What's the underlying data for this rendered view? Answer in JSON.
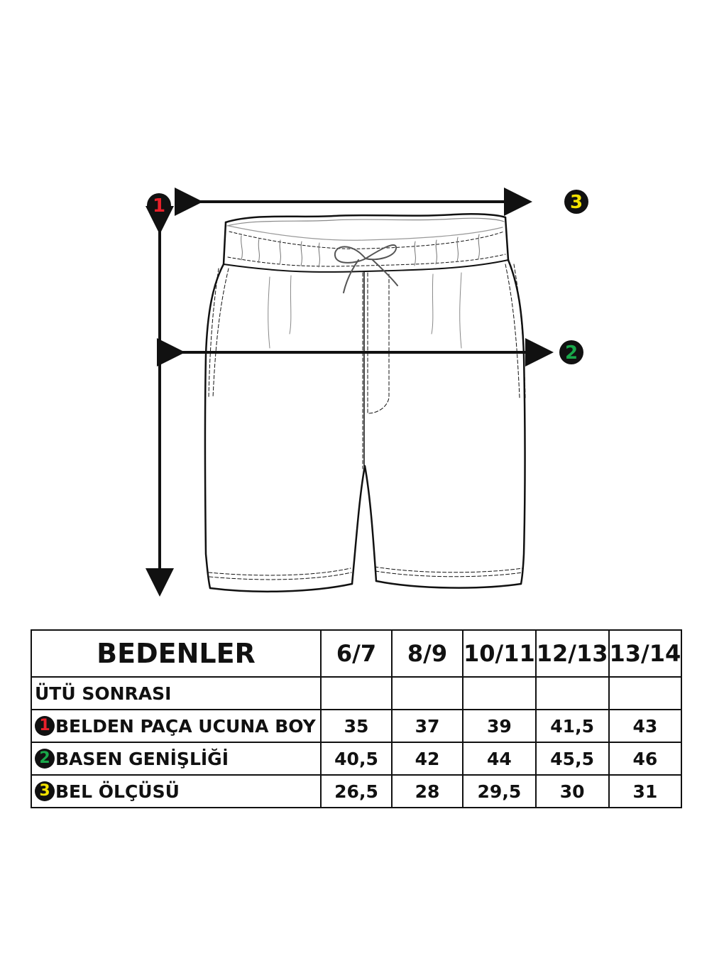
{
  "markers": {
    "length": {
      "number": "1",
      "color": "#e8202a"
    },
    "hip": {
      "number": "2",
      "color": "#19a84a"
    },
    "waist": {
      "number": "3",
      "color": "#f4e300"
    }
  },
  "table": {
    "header_label": "BEDENLER",
    "sizes": [
      "6/7",
      "8/9",
      "10/11",
      "12/13",
      "13/14"
    ],
    "rows": [
      {
        "marker": "",
        "label": "ÜTÜ SONRASI",
        "values": [
          "",
          "",
          "",
          "",
          ""
        ]
      },
      {
        "marker": "1",
        "label": "BELDEN PAÇA UCUNA BOY",
        "values": [
          "35",
          "37",
          "39",
          "41,5",
          "43"
        ]
      },
      {
        "marker": "2",
        "label": "BASEN GENİŞLİĞİ",
        "values": [
          "40,5",
          "42",
          "44",
          "45,5",
          "46"
        ]
      },
      {
        "marker": "3",
        "label": "BEL ÖLÇÜSÜ",
        "values": [
          "26,5",
          "28",
          "29,5",
          "30",
          "31"
        ]
      }
    ]
  }
}
